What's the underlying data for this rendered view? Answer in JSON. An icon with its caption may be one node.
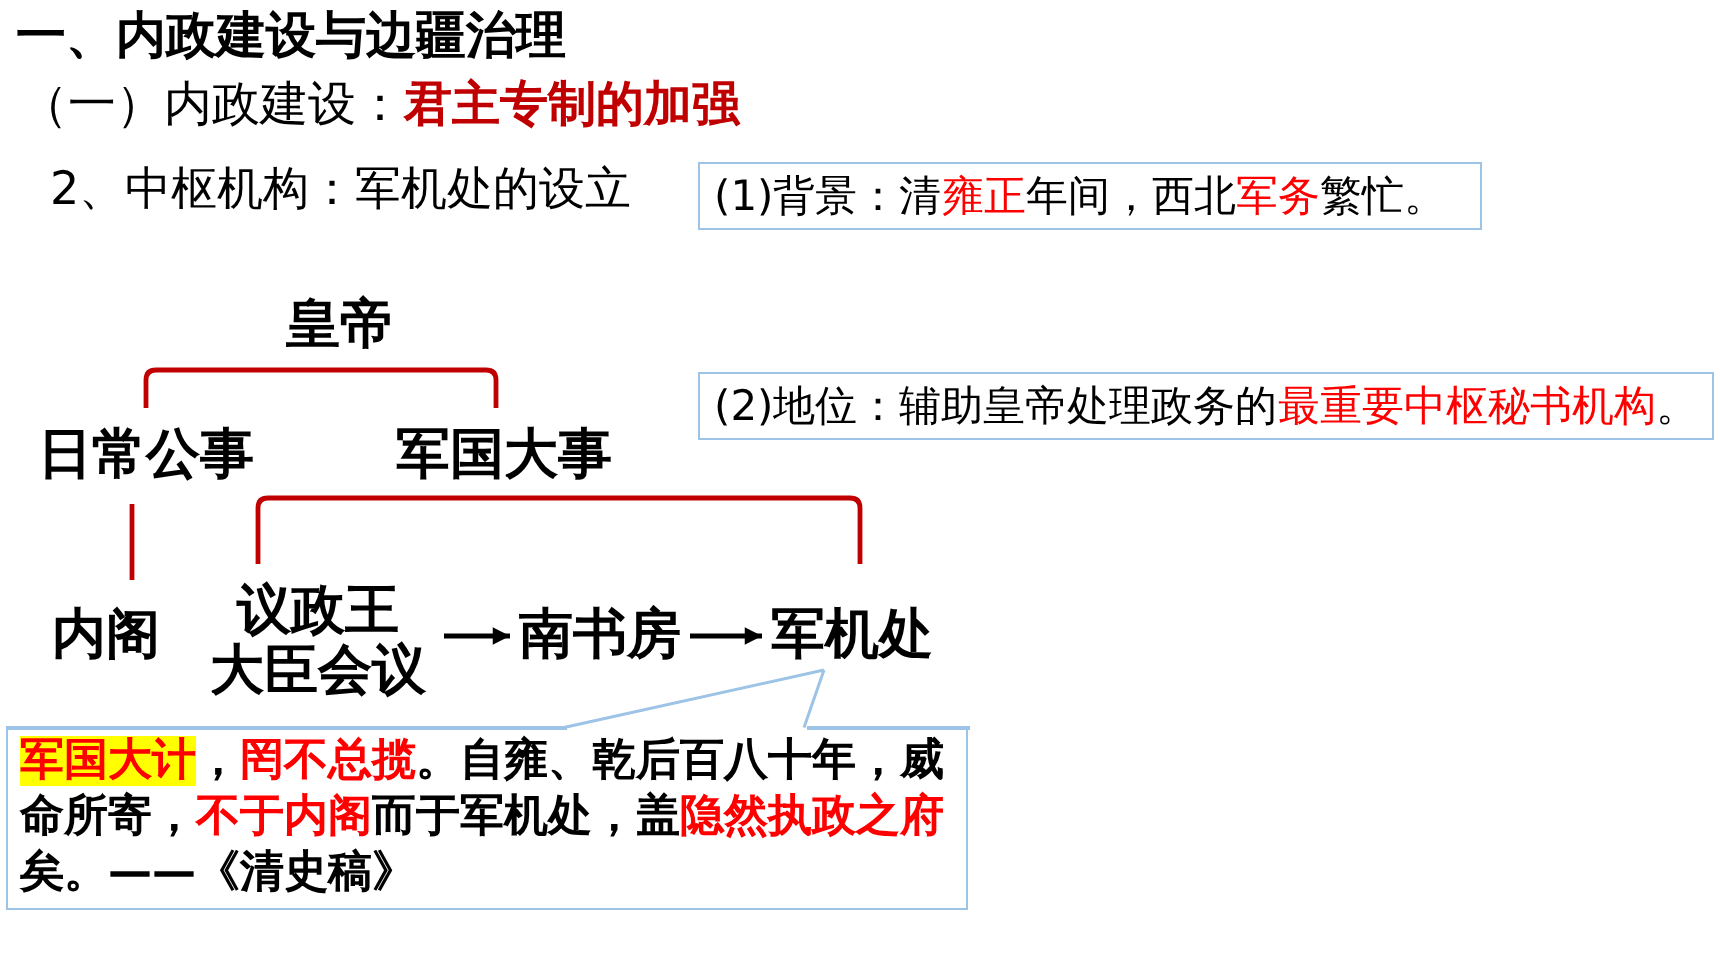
{
  "diagram": {
    "title": "一、内政建设与边疆治理",
    "nodes": [
      {
        "text": [
          "(1)背景：清**雍正**年间，西北**军务**繁忙。"
        ]
      },
      {
        "text": [
          "皇帝"
        ]
      },
      {
        "text": [
          "(2)地位：辅助皇帝处理政务的**最重要中枢秘书机构**。"
        ]
      },
      {
        "text": [
          "日常公事"
        ]
      },
      {
        "text": [
          "军国大事"
        ]
      },
      {
        "text": [
          "内阁"
        ]
      },
      {
        "text": [
          "议政王大臣会议"
        ]
      },
      {
        "text": [
          "南书房"
        ]
      },
      {
        "text": [
          "军机处"
        ]
      },
      {
        "text": [
          "*军国大计*，**罔不总揽**。自雍、乾后百八十年，威命所寄，**不于内阁**而于军机处，盖**隐然执政之府**矣。——《清史稿》"
        ]
      }
    ],
    "edges": [
      {
        "from": 1,
        "to": 3,
        "arrow": "none"
      },
      {
        "from": 1,
        "to": 4,
        "arrow": "none"
      },
      {
        "from": 3,
        "to": 5,
        "arrow": "none"
      },
      {
        "from": 4,
        "to": 6,
        "arrow": "none"
      },
      {
        "from": 4,
        "to": 8,
        "arrow": "none"
      },
      {
        "from": 6,
        "to": 7,
        "arrow": "to",
        "color": "#000000"
      },
      {
        "from": 7,
        "to": 8,
        "arrow": "to",
        "color": "#000000"
      },
      {
        "from": 9,
        "to": 8,
        "arrow": "none",
        "color": "#9dc3e6"
      }
    ],
    "labels": [
      "（一）内政建设：**君主专制的加强**",
      "2、中枢机构：军机处的设立"
    ]
  }
}
